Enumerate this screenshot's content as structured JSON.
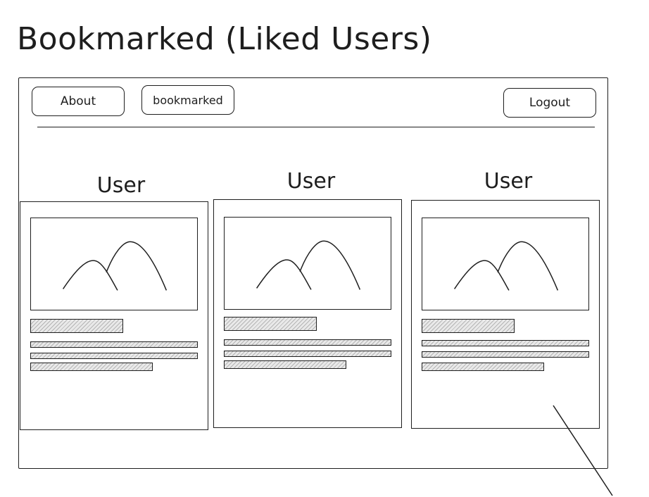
{
  "page": {
    "title": "Bookmarked (Liked Users)"
  },
  "nav": {
    "about_label": "About",
    "bookmarked_label": "bookmarked",
    "logout_label": "Logout"
  },
  "cards": [
    {
      "label": "User",
      "image_icon": "image-placeholder-icon"
    },
    {
      "label": "User",
      "image_icon": "image-placeholder-icon"
    },
    {
      "label": "User",
      "image_icon": "image-placeholder-icon"
    }
  ],
  "colors": {
    "stroke": "#1e1e1e",
    "hatch": "#b5b5b5",
    "background": "#ffffff"
  }
}
